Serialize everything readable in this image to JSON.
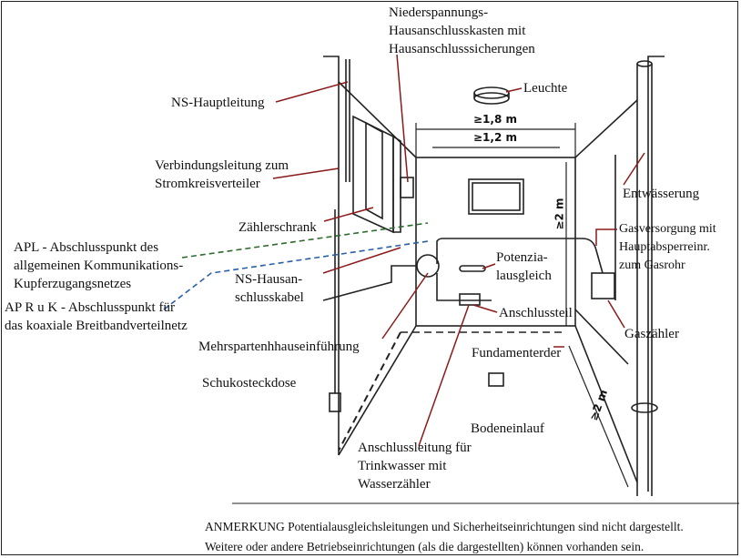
{
  "labels": {
    "hak": [
      "Niederspannungs-",
      "Hausanschlusskasten mit",
      "Hausanschlusssicherungen"
    ],
    "leuchte": "Leuchte",
    "ns_hauptleitung": "NS-Hauptleitung",
    "verbindungsleitung": [
      "Verbindungsleitung zum",
      "Stromkreisverteiler"
    ],
    "entwaesserung": "Entwässerung",
    "gasversorgung": [
      "Gasversorgung mit",
      "Hauptabsperreinr.",
      "zum Gasrohr"
    ],
    "zaehlerschrank": "Zählerschrank",
    "apl": [
      "APL - Abschlusspunkt des",
      "allgemeinen Kommunikations-",
      "Kupferzugangsnetzes"
    ],
    "potenzialausgleich": [
      "Potenzia-",
      "lausgleich"
    ],
    "ns_hausanschlusskabel": [
      "NS-Hausan-",
      "schlusskabel"
    ],
    "ap_ruk": [
      "AP  R u K - Abschlusspunkt für",
      "das   koaxiale Breitbandverteilnetz"
    ],
    "anschlussteil": "Anschlussteil",
    "gaszaehler": "Gaszähler",
    "mehrsparten": "Mehrspartenhhauseinführung",
    "fundamenterder": "Fundamenterder",
    "schuko": "Schukosteckdose",
    "bodeneinlauf": "Bodeneinlauf",
    "trinkwasser": [
      "Anschlussleitung für",
      "Trinkwasser mit",
      "Wasserzähler"
    ]
  },
  "dimensions": {
    "width_outer": "≥1,8 m",
    "width_inner": "≥1,2 m",
    "height": "≥2 m",
    "depth": "≥2 m"
  },
  "note": [
    "ANMERKUNG  Potentialausgleichsleitungen und Sicherheitseinrichtungen sind nicht dargestellt.",
    "Weitere oder andere Betriebseinrichtungen (als die dargestellten) können vorhanden sein."
  ],
  "colors": {
    "leader": "#8b1a1a",
    "apl_line": "#2e6b2e",
    "ruk_line": "#2a5fa8"
  }
}
